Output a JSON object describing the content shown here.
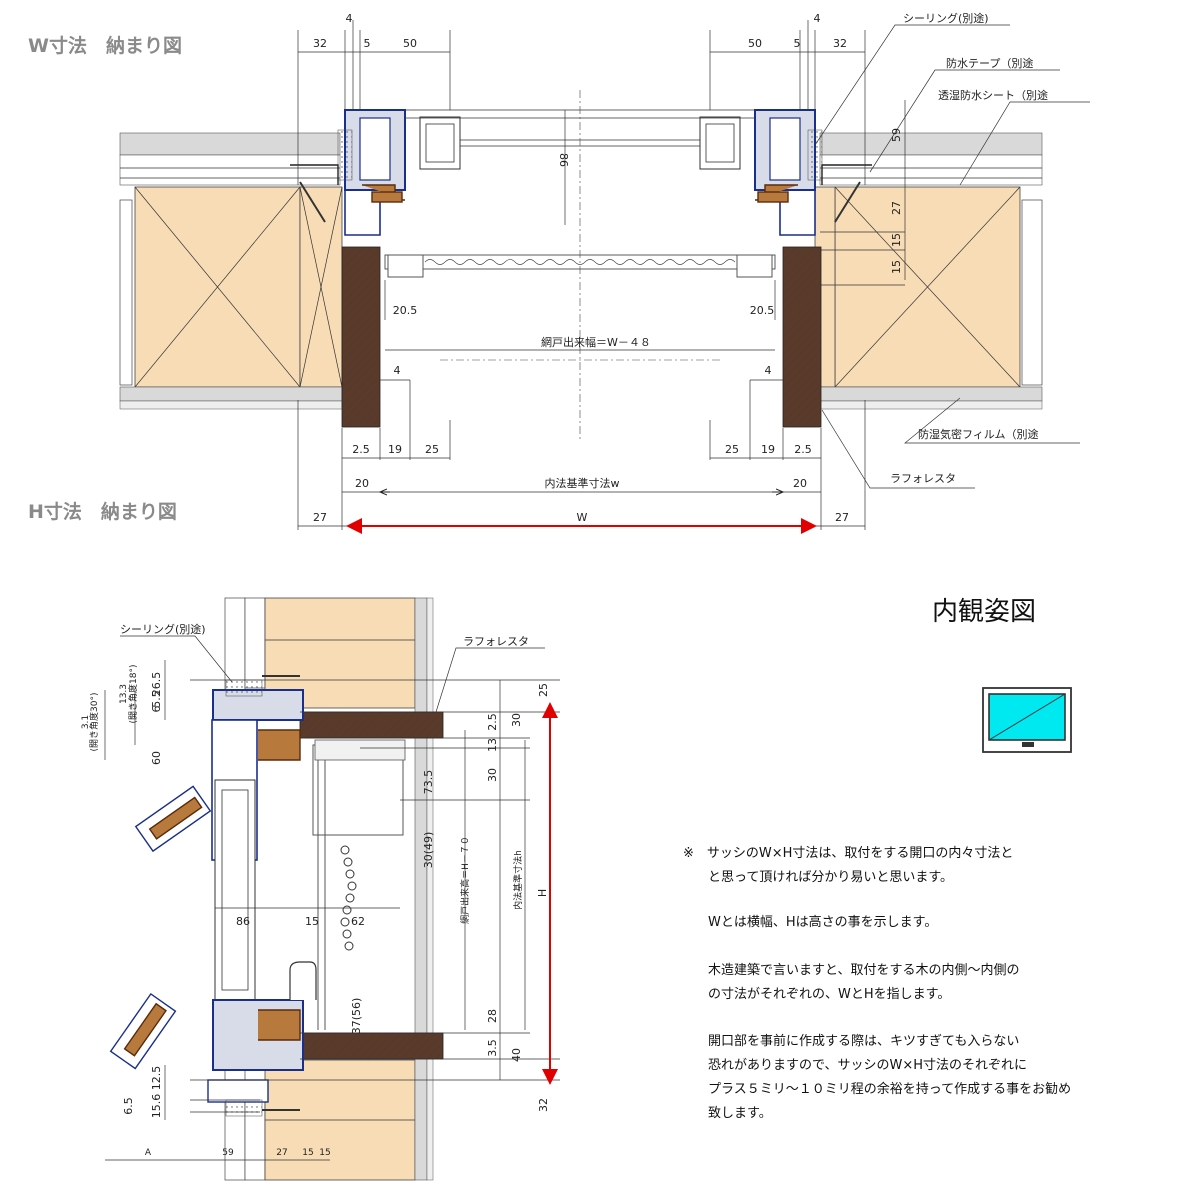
{
  "titles": {
    "w_section": "W寸法　納まり図",
    "h_section": "H寸法　納まり図",
    "interior_view": "内観姿図"
  },
  "w_diagram": {
    "top_dims_left": [
      "32",
      "4",
      "5",
      "50"
    ],
    "top_dims_right": [
      "50",
      "5",
      "4",
      "32"
    ],
    "vertical_86": "86",
    "right_verticals": [
      "59",
      "27",
      "15",
      "15"
    ],
    "inner_dims": [
      "20.5",
      "20.5"
    ],
    "screen_width_label": "網戸出来幅＝W－４８",
    "small_4_left": "4",
    "small_4_right": "4",
    "bottom_row1_left": [
      "2.5",
      "19",
      "25"
    ],
    "bottom_row1_right": [
      "25",
      "19",
      "2.5"
    ],
    "bottom_row2_left": "20",
    "bottom_row2_right": "20",
    "inner_standard": "内法基準寸法w",
    "bottom_row3_left": "27",
    "bottom_row3_right": "27",
    "w_label": "W",
    "callouts": {
      "sealing": "シーリング(別途)",
      "waterproof_tape": "防水テープ（別途",
      "breathable_sheet": "透湿防水シート（別途",
      "vapor_film": "防湿気密フィルム（別途",
      "lafore": "ラフォレスタ"
    }
  },
  "h_diagram": {
    "callouts": {
      "sealing": "シーリング(別途)",
      "lafore": "ラフォレスタ"
    },
    "left_dims": [
      "26.5",
      "5.5",
      "6",
      "13.3",
      "3.1",
      "60",
      "12.5",
      "15.6",
      "6.5",
      "A"
    ],
    "angle_labels": [
      "(開き角度18°)",
      "(開き角度30°)"
    ],
    "right_dims": [
      "25",
      "30",
      "2.5",
      "13",
      "30",
      "28",
      "3.5",
      "40",
      "32"
    ],
    "middle_dims": [
      "73.5",
      "30(49)",
      "37(56)",
      "86",
      "15",
      "62"
    ],
    "bottom_dims": [
      "59",
      "27",
      "15",
      "15"
    ],
    "screen_height_label": "網戸出来高＝H－７０",
    "inner_standard": "内法基準寸法h",
    "h_label": "H"
  },
  "notes": [
    "※　サッシのW×H寸法は、取付をする開口の内々寸法と",
    "と思って頂ければ分かり易いと思います。",
    "",
    "Wとは横幅、Hは高さの事を示します。",
    "",
    "木造建築で言いますと、取付をする木の内側～内側の",
    "の寸法がそれぞれの、WとHを指します。",
    "",
    "開口部を事前に作成する際は、キツすぎても入らない",
    "恐れがありますので、サッシのW×H寸法のそれぞれに",
    "プラス５ミリ～１０ミリ程の余裕を持って作成する事をお勧め",
    "致します。"
  ],
  "colors": {
    "accent_red": "#e00000",
    "frame_blue": "#1a2f8a",
    "wood_beige": "#f7dcb5",
    "lumber_brown": "#5a3a2a",
    "glass_cyan": "#00e8f0"
  }
}
